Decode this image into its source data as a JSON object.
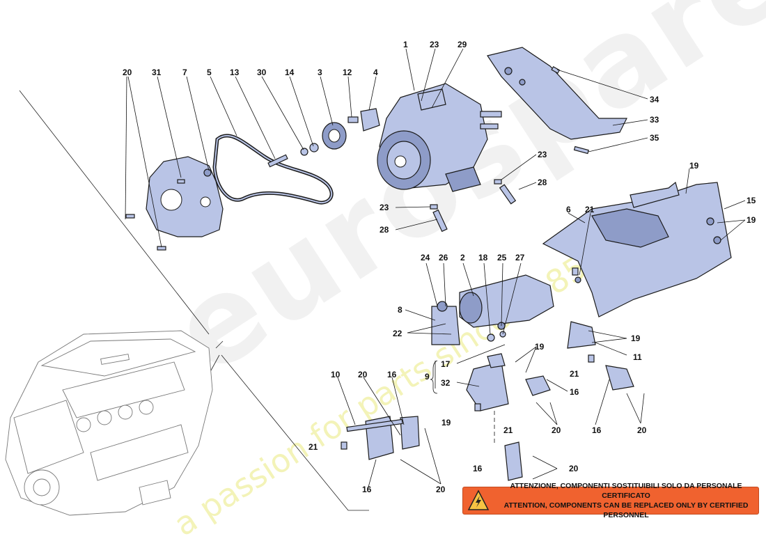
{
  "callouts": {
    "c20a": "20",
    "c31": "31",
    "c7": "7",
    "c5": "5",
    "c13": "13",
    "c30": "30",
    "c14": "14",
    "c3": "3",
    "c12": "12",
    "c4": "4",
    "c1": "1",
    "c23a": "23",
    "c29": "29",
    "c34": "34",
    "c33": "33",
    "c35": "35",
    "c23b": "23",
    "c28a": "28",
    "c23c": "23",
    "c28b": "28",
    "c19a": "19",
    "c15": "15",
    "c6": "6",
    "c21a": "21",
    "c19b": "19",
    "c24": "24",
    "c26": "26",
    "c2": "2",
    "c18": "18",
    "c25": "25",
    "c27": "27",
    "c8": "8",
    "c22": "22",
    "c17": "17",
    "c9": "9",
    "c32": "32",
    "c19c": "19",
    "c19d": "19",
    "c11": "11",
    "c21b": "21",
    "c16a": "16",
    "c20b": "20",
    "c10": "10",
    "c20c": "20",
    "c16b": "16",
    "c21c": "21",
    "c16c": "16",
    "c20d": "20",
    "c19e": "19",
    "c21d": "21",
    "c16d": "16",
    "c20e": "20",
    "c16e": "16",
    "c20f": "20"
  },
  "warning": {
    "line1": "ATTENZIONE, COMPONENTI SOSTITUIBILI SOLO DA PERSONALE CERTIFICATO",
    "line2": "ATTENTION, COMPONENTS CAN BE REPLACED ONLY BY CERTIFIED PERSONNEL",
    "icon": "lightning-warning-icon",
    "color": "#f0622f"
  },
  "watermark": {
    "logo": "eurospares",
    "tagline": "a passion for parts since 1985"
  },
  "colors": {
    "part_fill": "#b9c4e6",
    "part_shade": "#8e9cc8",
    "watermark_tagline": "#f3f3b8"
  }
}
